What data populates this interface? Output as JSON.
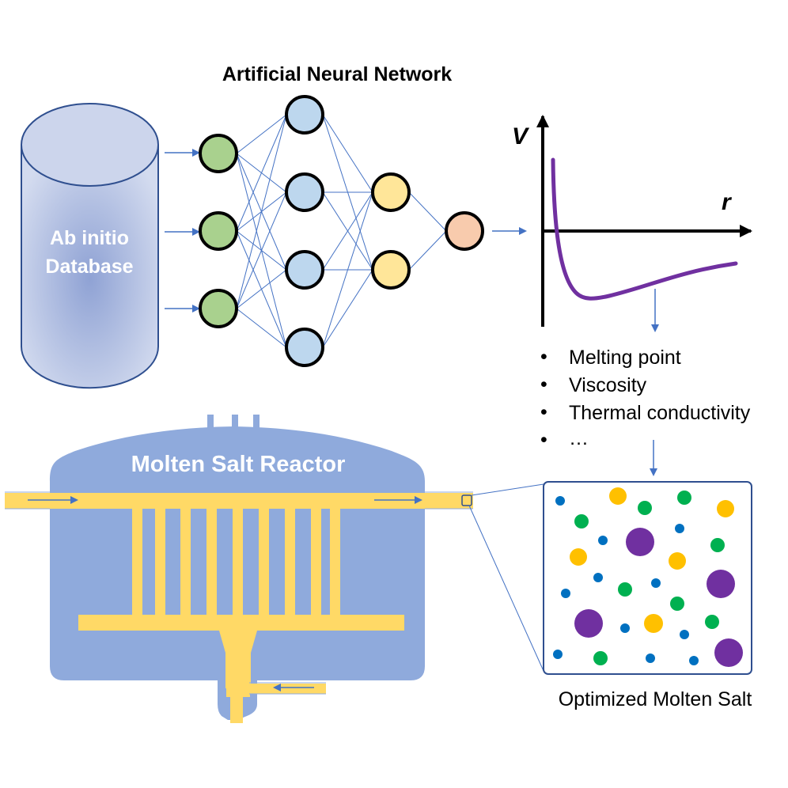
{
  "colors": {
    "input_node": "#a9d18e",
    "hidden1_node": "#bdd7ee",
    "hidden2_node": "#ffe699",
    "output_node": "#f8cbad",
    "connection": "#4472c4",
    "reactor_body": "#8faadc",
    "salt_flow": "#ffd966",
    "curve": "#7030a0",
    "particle_blue": "#0070c0",
    "particle_green": "#00b050",
    "particle_yellow": "#ffc000",
    "particle_purple": "#7030a0"
  },
  "network": {
    "title": "Artificial Neural Network",
    "layers": [
      {
        "name": "input",
        "nodes": 3
      },
      {
        "name": "hidden-1",
        "nodes": 4
      },
      {
        "name": "hidden-2",
        "nodes": 2
      },
      {
        "name": "output",
        "nodes": 1
      }
    ]
  },
  "database": {
    "line1": "Ab initio",
    "line2": "Database"
  },
  "potential_plot": {
    "y_label": "V",
    "x_label": "r"
  },
  "properties": {
    "items": [
      "Melting point",
      "Viscosity",
      "Thermal conductivity",
      "…"
    ]
  },
  "reactor": {
    "label": "Molten Salt Reactor"
  },
  "salt_box": {
    "caption": "Optimized Molten Salt",
    "particles": [
      {
        "type": "blue"
      },
      {
        "type": "yellow"
      },
      {
        "type": "green"
      },
      {
        "type": "green"
      },
      {
        "type": "yellow"
      },
      {
        "type": "green"
      },
      {
        "type": "blue"
      },
      {
        "type": "blue"
      },
      {
        "type": "purple"
      },
      {
        "type": "green"
      },
      {
        "type": "yellow"
      },
      {
        "type": "yellow"
      },
      {
        "type": "blue"
      },
      {
        "type": "blue"
      },
      {
        "type": "green"
      },
      {
        "type": "blue"
      },
      {
        "type": "purple"
      },
      {
        "type": "green"
      },
      {
        "type": "purple"
      },
      {
        "type": "blue"
      },
      {
        "type": "yellow"
      },
      {
        "type": "green"
      },
      {
        "type": "blue"
      },
      {
        "type": "blue"
      },
      {
        "type": "green"
      },
      {
        "type": "blue"
      },
      {
        "type": "blue"
      },
      {
        "type": "purple"
      },
      {
        "type": "blue"
      }
    ]
  }
}
